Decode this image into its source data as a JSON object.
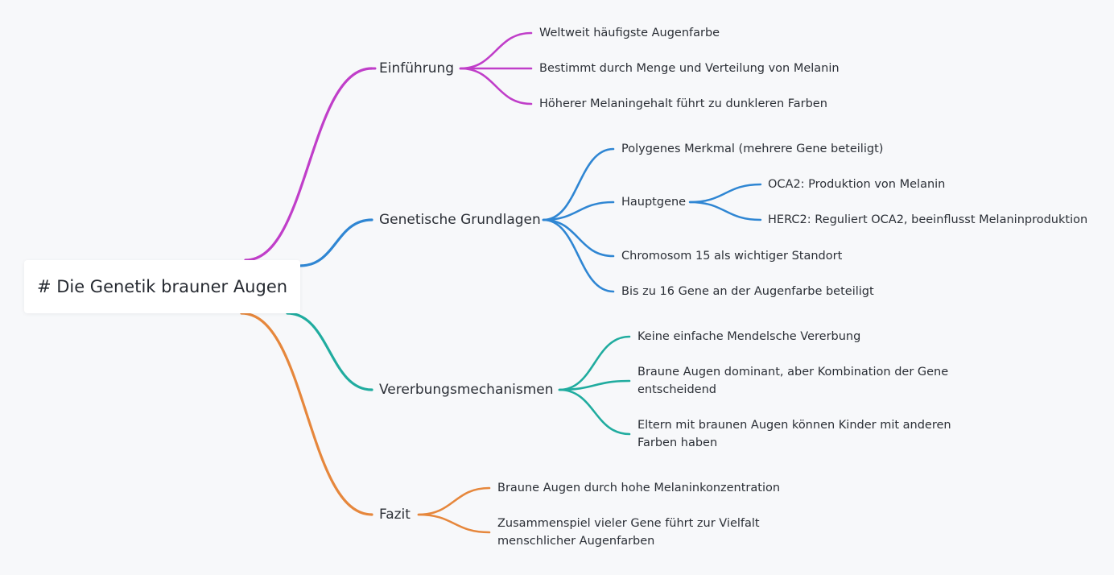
{
  "root": {
    "title": "# Die Genetik brauner Augen"
  },
  "colors": {
    "einfuehrung": "#c03ec9",
    "grundlagen": "#2f86d3",
    "vererbung": "#20ac9f",
    "fazit": "#e6873c"
  },
  "branches": {
    "einfuehrung": {
      "label": "Einführung",
      "children": [
        "Weltweit häufigste Augenfarbe",
        "Bestimmt durch Menge und Verteilung von Melanin",
        "Höherer Melaningehalt führt zu dunkleren Farben"
      ]
    },
    "grundlagen": {
      "label": "Genetische Grundlagen",
      "children": [
        "Polygenes Merkmal (mehrere Gene beteiligt)",
        "Hauptgene",
        "Chromosom 15 als wichtiger Standort",
        "Bis zu 16 Gene an der Augenfarbe beteiligt"
      ],
      "hauptgene": [
        "OCA2: Produktion von Melanin",
        "HERC2: Reguliert OCA2, beeinflusst Melaninproduktion"
      ]
    },
    "vererbung": {
      "label": "Vererbungsmechanismen",
      "children": [
        "Keine einfache Mendelsche Vererbung",
        "Braune Augen dominant, aber Kombination der Gene entscheidend",
        "Eltern mit braunen Augen können Kinder mit anderen Farben haben"
      ]
    },
    "fazit": {
      "label": "Fazit",
      "children": [
        "Braune Augen durch hohe Melaninkonzentration",
        "Zusammenspiel vieler Gene führt zur Vielfalt menschlicher Augenfarben"
      ]
    }
  }
}
